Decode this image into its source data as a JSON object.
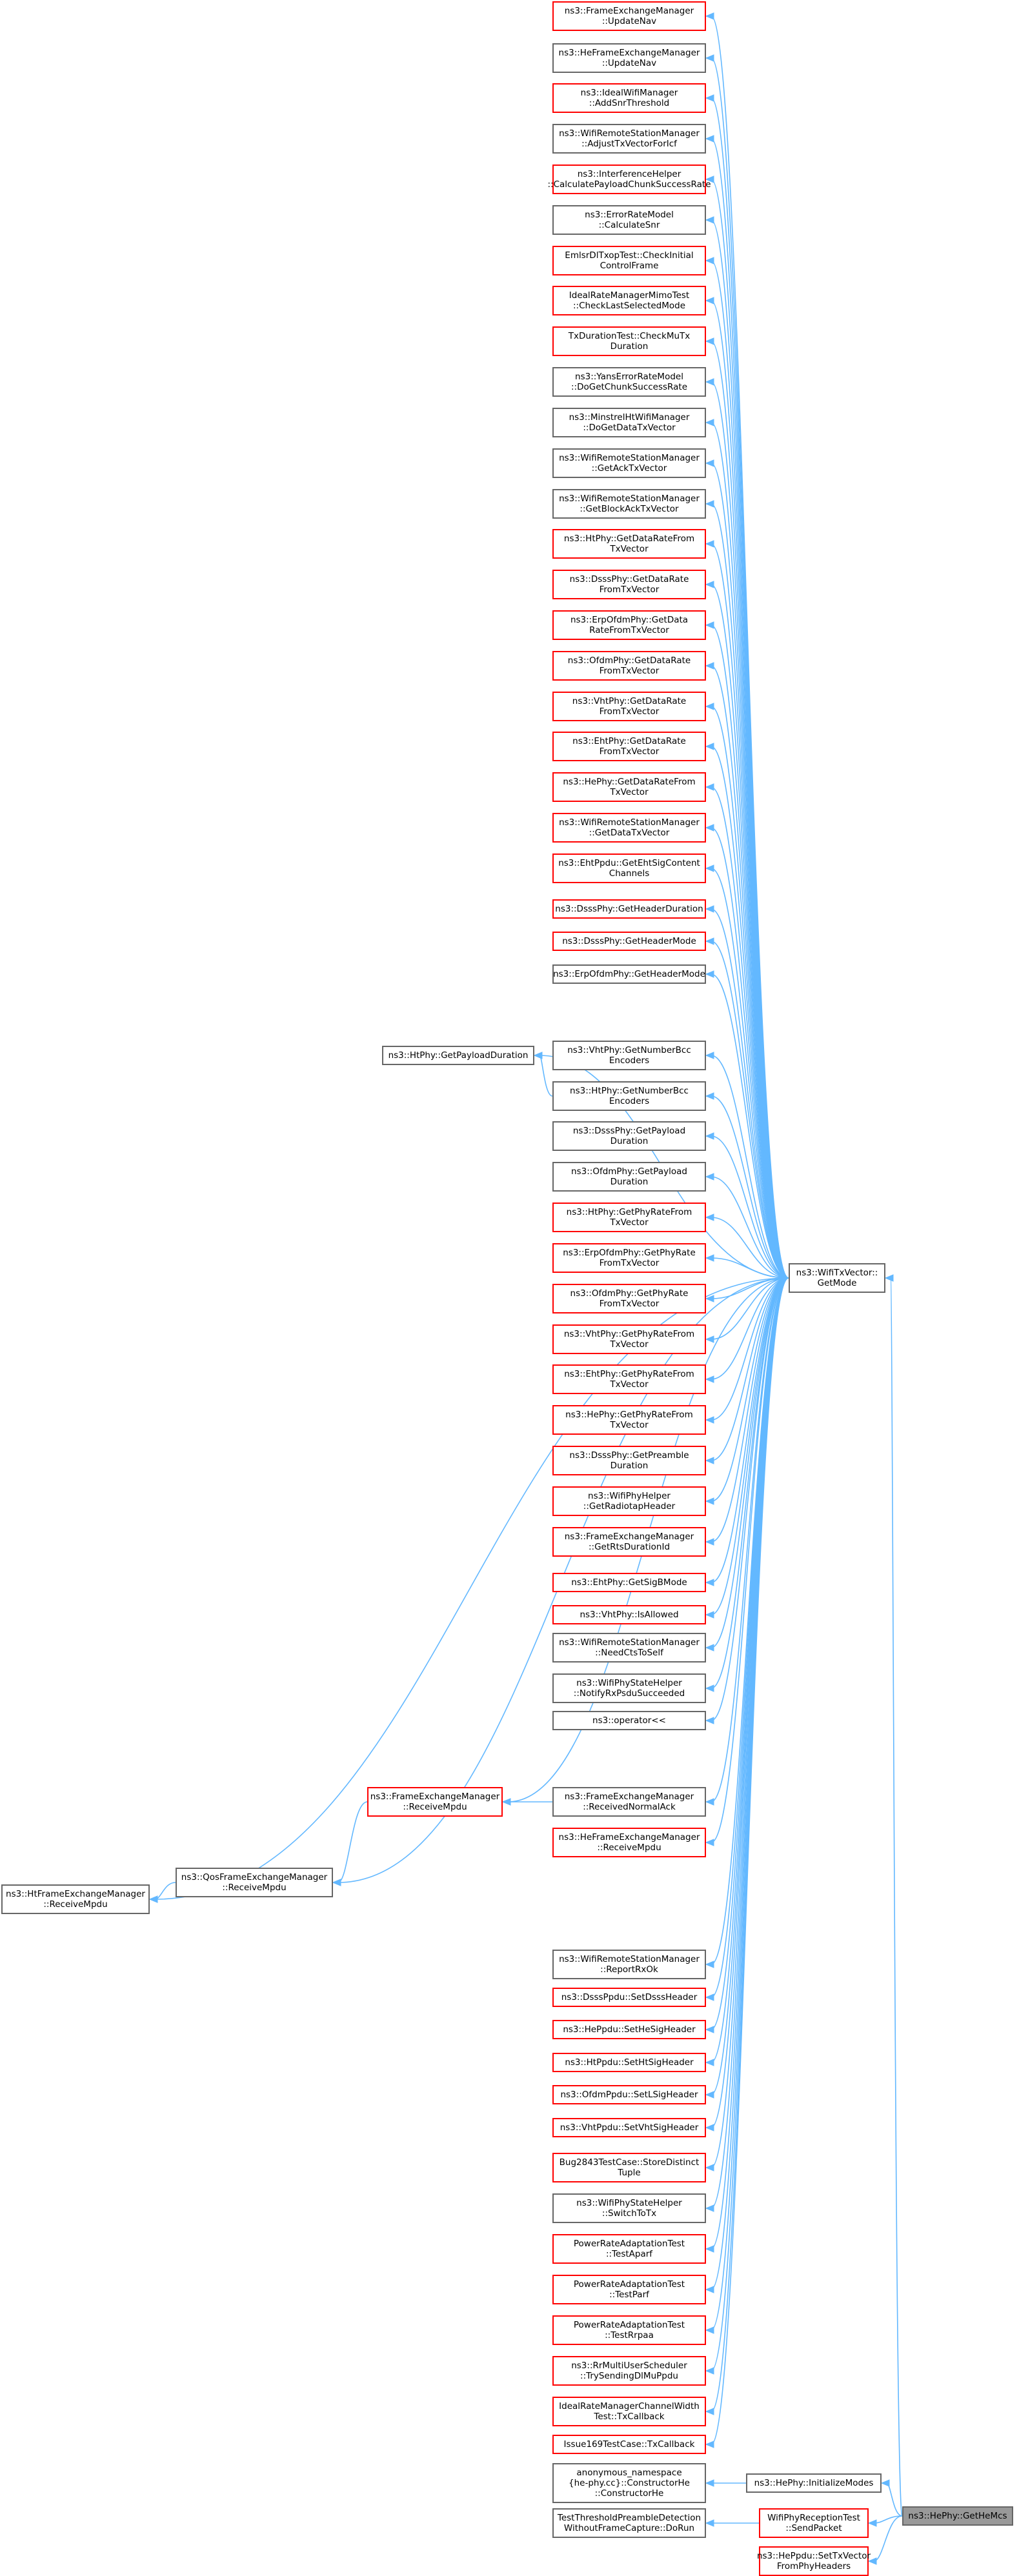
{
  "graph": {
    "focus": {
      "id": "target",
      "lines": [
        "ns3::HePhy::GetHeMcs"
      ]
    },
    "hub": {
      "id": "hub",
      "lines": [
        "ns3::WifiTxVector::",
        "GetMode"
      ]
    },
    "colors": {
      "edge": "#63b8ff",
      "red_border": "#ff0000",
      "grey_border": "#666666",
      "focus_fill": "#999999"
    },
    "callers_of_getmode": [
      {
        "id": "c01",
        "style": "red",
        "lines": [
          "ns3::FrameExchangeManager",
          "::UpdateNav"
        ]
      },
      {
        "id": "c02",
        "style": "grey",
        "lines": [
          "ns3::HeFrameExchangeManager",
          "::UpdateNav"
        ]
      },
      {
        "id": "c03",
        "style": "red",
        "lines": [
          "ns3::IdealWifiManager",
          "::AddSnrThreshold"
        ]
      },
      {
        "id": "c04",
        "style": "grey",
        "lines": [
          "ns3::WifiRemoteStationManager",
          "::AdjustTxVectorForIcf"
        ]
      },
      {
        "id": "c05",
        "style": "red",
        "lines": [
          "ns3::InterferenceHelper",
          "::CalculatePayloadChunkSuccessRate"
        ]
      },
      {
        "id": "c06",
        "style": "grey",
        "lines": [
          "ns3::ErrorRateModel",
          "::CalculateSnr"
        ]
      },
      {
        "id": "c07",
        "style": "red",
        "lines": [
          "EmlsrDlTxopTest::CheckInitial",
          "ControlFrame"
        ]
      },
      {
        "id": "c08",
        "style": "red",
        "lines": [
          "IdealRateManagerMimoTest",
          "::CheckLastSelectedMode"
        ]
      },
      {
        "id": "c09",
        "style": "red",
        "lines": [
          "TxDurationTest::CheckMuTx",
          "Duration"
        ]
      },
      {
        "id": "c10",
        "style": "grey",
        "lines": [
          "ns3::YansErrorRateModel",
          "::DoGetChunkSuccessRate"
        ]
      },
      {
        "id": "c11",
        "style": "grey",
        "lines": [
          "ns3::MinstrelHtWifiManager",
          "::DoGetDataTxVector"
        ]
      },
      {
        "id": "c12",
        "style": "grey",
        "lines": [
          "ns3::WifiRemoteStationManager",
          "::GetAckTxVector"
        ]
      },
      {
        "id": "c13",
        "style": "grey",
        "lines": [
          "ns3::WifiRemoteStationManager",
          "::GetBlockAckTxVector"
        ]
      },
      {
        "id": "c14",
        "style": "red",
        "lines": [
          "ns3::HtPhy::GetDataRateFrom",
          "TxVector"
        ]
      },
      {
        "id": "c15",
        "style": "red",
        "lines": [
          "ns3::DsssPhy::GetDataRate",
          "FromTxVector"
        ]
      },
      {
        "id": "c16",
        "style": "red",
        "lines": [
          "ns3::ErpOfdmPhy::GetData",
          "RateFromTxVector"
        ]
      },
      {
        "id": "c17",
        "style": "red",
        "lines": [
          "ns3::OfdmPhy::GetDataRate",
          "FromTxVector"
        ]
      },
      {
        "id": "c18",
        "style": "red",
        "lines": [
          "ns3::VhtPhy::GetDataRate",
          "FromTxVector"
        ]
      },
      {
        "id": "c19",
        "style": "red",
        "lines": [
          "ns3::EhtPhy::GetDataRate",
          "FromTxVector"
        ]
      },
      {
        "id": "c20",
        "style": "red",
        "lines": [
          "ns3::HePhy::GetDataRateFrom",
          "TxVector"
        ]
      },
      {
        "id": "c21",
        "style": "red",
        "lines": [
          "ns3::WifiRemoteStationManager",
          "::GetDataTxVector"
        ]
      },
      {
        "id": "c22",
        "style": "red",
        "lines": [
          "ns3::EhtPpdu::GetEhtSigContent",
          "Channels"
        ]
      },
      {
        "id": "c23",
        "style": "red",
        "lines": [
          "ns3::DsssPhy::GetHeaderDuration"
        ]
      },
      {
        "id": "c24",
        "style": "red",
        "lines": [
          "ns3::DsssPhy::GetHeaderMode"
        ]
      },
      {
        "id": "c25",
        "style": "grey",
        "lines": [
          "ns3::ErpOfdmPhy::GetHeaderMode"
        ]
      },
      {
        "id": "c26",
        "style": "grey",
        "lines": [
          "ns3::VhtPhy::GetNumberBcc",
          "Encoders"
        ]
      },
      {
        "id": "c27",
        "style": "grey",
        "lines": [
          "ns3::HtPhy::GetNumberBcc",
          "Encoders"
        ]
      },
      {
        "id": "c28",
        "style": "grey",
        "lines": [
          "ns3::DsssPhy::GetPayload",
          "Duration"
        ]
      },
      {
        "id": "c29",
        "style": "grey",
        "lines": [
          "ns3::OfdmPhy::GetPayload",
          "Duration"
        ]
      },
      {
        "id": "c30",
        "style": "red",
        "lines": [
          "ns3::HtPhy::GetPhyRateFrom",
          "TxVector"
        ]
      },
      {
        "id": "c31",
        "style": "red",
        "lines": [
          "ns3::ErpOfdmPhy::GetPhyRate",
          "FromTxVector"
        ]
      },
      {
        "id": "c32",
        "style": "red",
        "lines": [
          "ns3::OfdmPhy::GetPhyRate",
          "FromTxVector"
        ]
      },
      {
        "id": "c33",
        "style": "red",
        "lines": [
          "ns3::VhtPhy::GetPhyRateFrom",
          "TxVector"
        ]
      },
      {
        "id": "c34",
        "style": "red",
        "lines": [
          "ns3::EhtPhy::GetPhyRateFrom",
          "TxVector"
        ]
      },
      {
        "id": "c35",
        "style": "red",
        "lines": [
          "ns3::HePhy::GetPhyRateFrom",
          "TxVector"
        ]
      },
      {
        "id": "c36",
        "style": "red",
        "lines": [
          "ns3::DsssPhy::GetPreamble",
          "Duration"
        ]
      },
      {
        "id": "c37",
        "style": "red",
        "lines": [
          "ns3::WifiPhyHelper",
          "::GetRadiotapHeader"
        ]
      },
      {
        "id": "c38",
        "style": "red",
        "lines": [
          "ns3::FrameExchangeManager",
          "::GetRtsDurationId"
        ]
      },
      {
        "id": "c39",
        "style": "red",
        "lines": [
          "ns3::EhtPhy::GetSigBMode"
        ]
      },
      {
        "id": "c40",
        "style": "red",
        "lines": [
          "ns3::VhtPhy::IsAllowed"
        ]
      },
      {
        "id": "c41",
        "style": "grey",
        "lines": [
          "ns3::WifiRemoteStationManager",
          "::NeedCtsToSelf"
        ]
      },
      {
        "id": "c42",
        "style": "grey",
        "lines": [
          "ns3::WifiPhyStateHelper",
          "::NotifyRxPsduSucceeded"
        ]
      },
      {
        "id": "c43",
        "style": "grey",
        "lines": [
          "ns3::operator<<"
        ]
      },
      {
        "id": "c44",
        "style": "grey",
        "lines": [
          "ns3::FrameExchangeManager",
          "::ReceivedNormalAck"
        ]
      },
      {
        "id": "c45",
        "style": "red",
        "lines": [
          "ns3::HeFrameExchangeManager",
          "::ReceiveMpdu"
        ]
      },
      {
        "id": "c46",
        "style": "grey",
        "lines": [
          "ns3::WifiRemoteStationManager",
          "::ReportRxOk"
        ]
      },
      {
        "id": "c47",
        "style": "red",
        "lines": [
          "ns3::DsssPpdu::SetDsssHeader"
        ]
      },
      {
        "id": "c48",
        "style": "red",
        "lines": [
          "ns3::HePpdu::SetHeSigHeader"
        ]
      },
      {
        "id": "c49",
        "style": "red",
        "lines": [
          "ns3::HtPpdu::SetHtSigHeader"
        ]
      },
      {
        "id": "c50",
        "style": "red",
        "lines": [
          "ns3::OfdmPpdu::SetLSigHeader"
        ]
      },
      {
        "id": "c51",
        "style": "red",
        "lines": [
          "ns3::VhtPpdu::SetVhtSigHeader"
        ]
      },
      {
        "id": "c52",
        "style": "red",
        "lines": [
          "Bug2843TestCase::StoreDistinct",
          "Tuple"
        ]
      },
      {
        "id": "c53",
        "style": "grey",
        "lines": [
          "ns3::WifiPhyStateHelper",
          "::SwitchToTx"
        ]
      },
      {
        "id": "c54",
        "style": "red",
        "lines": [
          "PowerRateAdaptationTest",
          "::TestAparf"
        ]
      },
      {
        "id": "c55",
        "style": "red",
        "lines": [
          "PowerRateAdaptationTest",
          "::TestParf"
        ]
      },
      {
        "id": "c56",
        "style": "red",
        "lines": [
          "PowerRateAdaptationTest",
          "::TestRrpaa"
        ]
      },
      {
        "id": "c57",
        "style": "red",
        "lines": [
          "ns3::RrMultiUserScheduler",
          "::TrySendingDlMuPpdu"
        ]
      },
      {
        "id": "c58",
        "style": "red",
        "lines": [
          "IdealRateManagerChannelWidth",
          "Test::TxCallback"
        ]
      },
      {
        "id": "c59",
        "style": "red",
        "lines": [
          "Issue169TestCase::TxCallback"
        ]
      }
    ],
    "secondary": [
      {
        "id": "s_payload",
        "style": "grey",
        "lines": [
          "ns3::HtPhy::GetPayloadDuration"
        ]
      },
      {
        "id": "s_rxmpdu",
        "style": "red",
        "lines": [
          "ns3::FrameExchangeManager",
          "::ReceiveMpdu"
        ]
      },
      {
        "id": "s_qos",
        "style": "grey",
        "lines": [
          "ns3::QosFrameExchangeManager",
          "::ReceiveMpdu"
        ]
      },
      {
        "id": "s_ht",
        "style": "grey",
        "lines": [
          "ns3::HtFrameExchangeManager",
          "::ReceiveMpdu"
        ]
      }
    ],
    "direct_callers": [
      {
        "id": "d_init",
        "style": "grey",
        "lines": [
          "ns3::HePhy::InitializeModes"
        ]
      },
      {
        "id": "d_anon",
        "style": "grey",
        "lines": [
          "anonymous_namespace",
          "{he-phy.cc}::ConstructorHe",
          "::ConstructorHe"
        ]
      },
      {
        "id": "d_send",
        "style": "red",
        "lines": [
          "WifiPhyReceptionTest",
          "::SendPacket"
        ]
      },
      {
        "id": "d_thr",
        "style": "grey",
        "lines": [
          "TestThresholdPreambleDetection",
          "WithoutFrameCapture::DoRun"
        ]
      },
      {
        "id": "d_settx",
        "style": "red",
        "lines": [
          "ns3::HePpdu::SetTxVector",
          "FromPhyHeaders"
        ]
      }
    ]
  }
}
